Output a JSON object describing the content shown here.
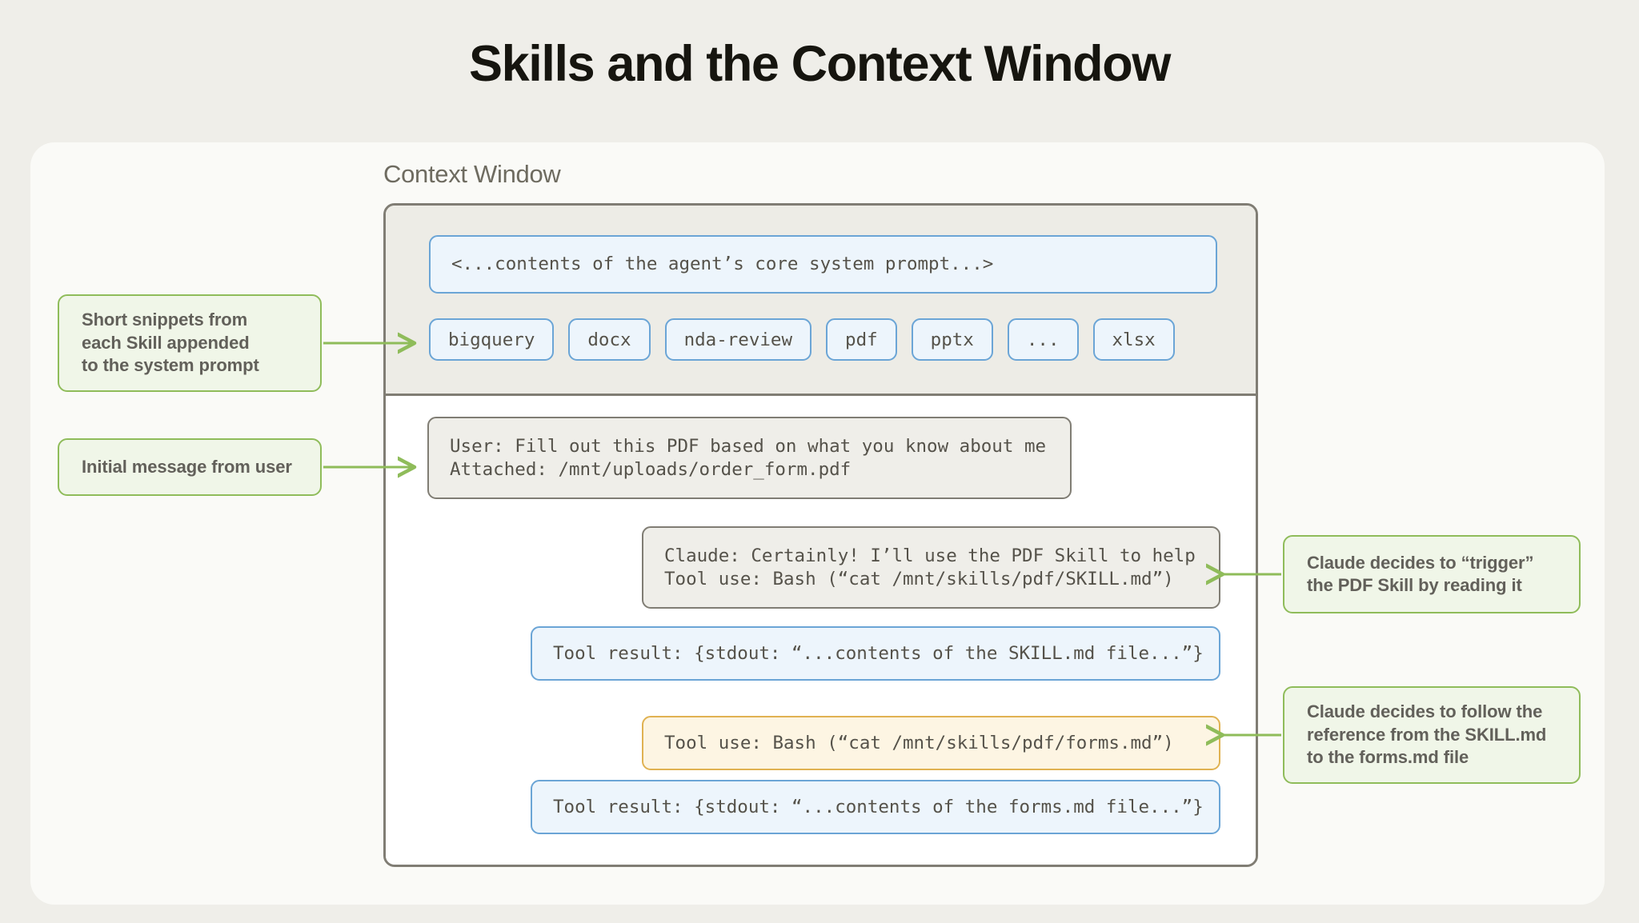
{
  "page": {
    "title": "Skills and the Context Window",
    "background_color": "#EFEEE9",
    "card_color": "#FAFAF7"
  },
  "context_window": {
    "label": "Context Window",
    "border_color": "#807D74",
    "system_prompt_section": {
      "background_color": "#EDECE6",
      "system_prompt_box": {
        "text": "<...contents of the agent’s core system prompt...>",
        "background_color": "#EDF5FC",
        "border_color": "#6BA5D6"
      },
      "skill_chips": [
        {
          "label": "bigquery"
        },
        {
          "label": "docx"
        },
        {
          "label": "nda-review"
        },
        {
          "label": "pdf"
        },
        {
          "label": "pptx"
        },
        {
          "label": "..."
        },
        {
          "label": "xlsx"
        }
      ]
    },
    "conversation_section": {
      "background_color": "#FFFFFF",
      "messages": [
        {
          "name": "user-message",
          "line1": "User: Fill out this PDF based on what you know about me",
          "line2": "Attached: /mnt/uploads/order_form.pdf",
          "style": "grey"
        },
        {
          "name": "claude-reply",
          "line1": "Claude: Certainly! I’ll use the PDF Skill to help",
          "line2": "Tool use: Bash (“cat /mnt/skills/pdf/SKILL.md”)",
          "style": "grey"
        },
        {
          "name": "tool-result-1",
          "line1": "Tool result: {stdout: “...contents of the SKILL.md file...”}",
          "line2": "",
          "style": "blue"
        },
        {
          "name": "tool-use-2",
          "line1": "Tool use: Bash (“cat /mnt/skills/pdf/forms.md”)",
          "line2": "",
          "style": "amber"
        },
        {
          "name": "tool-result-2",
          "line1": "Tool result: {stdout: “...contents of the forms.md file...”}",
          "line2": "",
          "style": "blue"
        }
      ]
    }
  },
  "annotations": {
    "accent_color": "#8FBC5A",
    "background_color": "#F0F6E8",
    "skill_snippets": {
      "line1": "Short snippets from",
      "line2": "each Skill appended",
      "line3": "to the system prompt"
    },
    "initial_message": {
      "line1": "Initial message from user"
    },
    "trigger_skill": {
      "line1": "Claude decides to “trigger”",
      "line2": "the PDF Skill by reading it"
    },
    "follow_reference": {
      "line1": "Claude decides to follow the",
      "line2": "reference from the SKILL.md",
      "line3": "to the forms.md file"
    }
  }
}
